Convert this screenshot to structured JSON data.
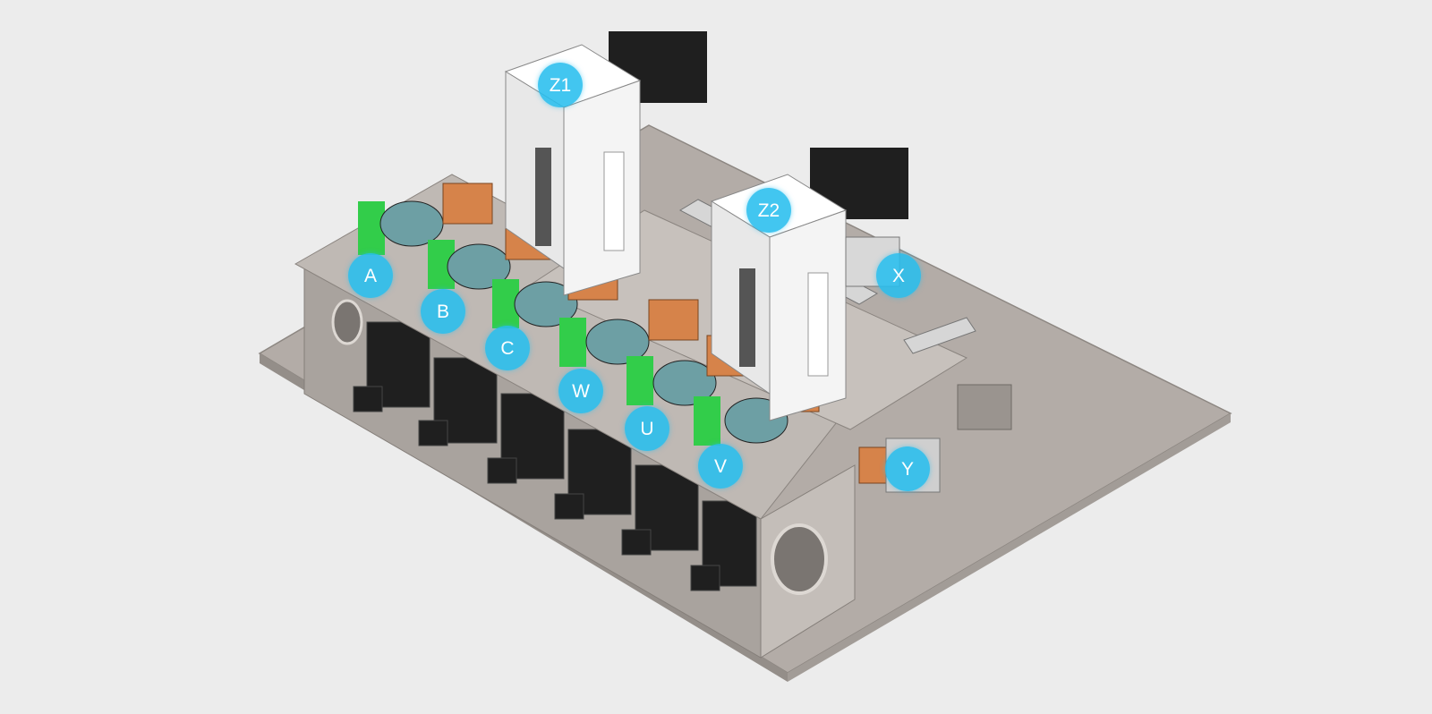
{
  "colors": {
    "background": "#ececec",
    "marker_fill": "#28bee8",
    "marker_text": "#ffffff",
    "base_plate": "#b3aca7",
    "motor": "#1f1f1f",
    "fixture_green": "#32cd4a",
    "bracket_orange": "#d6834a",
    "column_white": "#f2f2f2"
  },
  "markers": [
    {
      "id": "A",
      "label": "A"
    },
    {
      "id": "B",
      "label": "B"
    },
    {
      "id": "C",
      "label": "C"
    },
    {
      "id": "W",
      "label": "W"
    },
    {
      "id": "U",
      "label": "U"
    },
    {
      "id": "V",
      "label": "V"
    },
    {
      "id": "Z1",
      "label": "Z1"
    },
    {
      "id": "Z2",
      "label": "Z2"
    },
    {
      "id": "X",
      "label": "X"
    },
    {
      "id": "Y",
      "label": "Y"
    }
  ]
}
